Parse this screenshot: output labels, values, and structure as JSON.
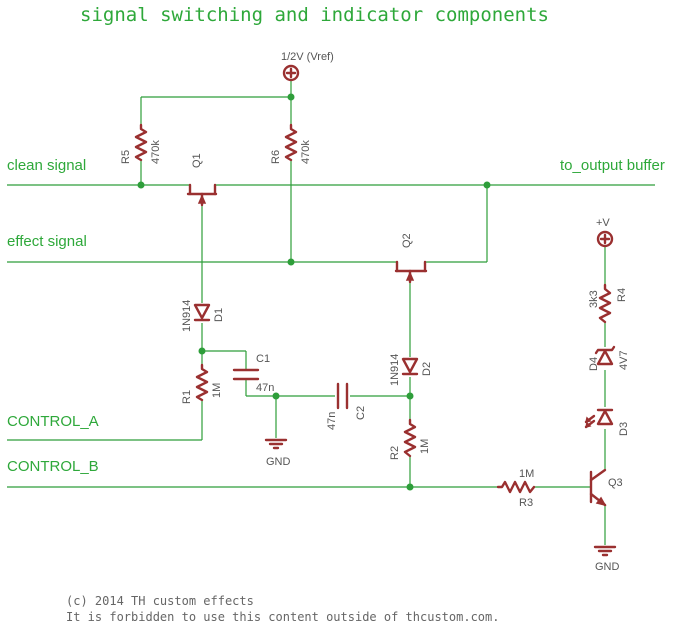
{
  "title": "signal switching and indicator components",
  "nets": {
    "clean_signal": "clean signal",
    "output_buffer": "to_output buffer",
    "effect_signal": "effect signal",
    "control_a": "CONTROL_A",
    "control_b": "CONTROL_B"
  },
  "supplies": {
    "vref": "1/2V (Vref)",
    "vplus": "+V",
    "gnd1": "GND",
    "gnd2": "GND"
  },
  "components": {
    "r5": {
      "ref": "R5",
      "value": "470k"
    },
    "r6": {
      "ref": "R6",
      "value": "470k"
    },
    "q1": {
      "ref": "Q1"
    },
    "q2": {
      "ref": "Q2"
    },
    "q3": {
      "ref": "Q3"
    },
    "d1": {
      "ref": "D1",
      "value": "1N914"
    },
    "d2": {
      "ref": "D2",
      "value": "1N914"
    },
    "d3": {
      "ref": "D3"
    },
    "d4": {
      "ref": "D4",
      "value": "4V7"
    },
    "r1": {
      "ref": "R1",
      "value": "1M"
    },
    "r2": {
      "ref": "R2",
      "value": "1M"
    },
    "r3": {
      "ref": "R3",
      "value": "1M"
    },
    "r4": {
      "ref": "R4",
      "value": "3k3"
    },
    "c1": {
      "ref": "C1",
      "value": "47n"
    },
    "c2": {
      "ref": "C2",
      "value": "47n"
    }
  },
  "copyright": {
    "line1": "(c) 2014 TH custom effects",
    "line2": "It is forbidden to use this content outside of thcustom.com."
  },
  "colors": {
    "wire": "#2e9e3a",
    "component": "#9a3030",
    "label": "#555555"
  }
}
